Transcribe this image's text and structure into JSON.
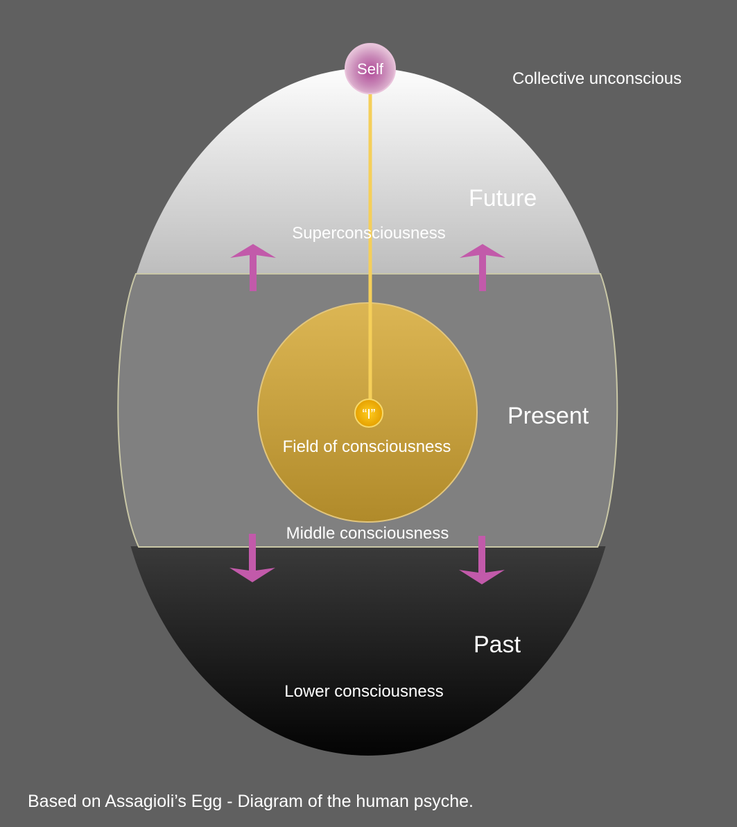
{
  "labels": {
    "self": "Self",
    "collective": "Collective unconscious",
    "future": "Future",
    "superconsciousness": "Superconsciousness",
    "present": "Present",
    "i": "“I”",
    "field": "Field of consciousness",
    "middle": "Middle consciousness",
    "past": "Past",
    "lower": "Lower consciousness"
  },
  "caption": "Based on Assagioli’s Egg - Diagram of the human psyche.",
  "colors": {
    "background": "#606060",
    "upper_band_top": "#ffffff",
    "upper_band_bottom": "#bdbdbd",
    "middle_band": "#808080",
    "lower_band_top": "#3a3a3a",
    "lower_band_bottom": "#000000",
    "field_top": "#dcb654",
    "field_bottom": "#b08a2a",
    "self_node": "#c97ab2",
    "i_node": "#f0b000",
    "thread": "#f5cf5a",
    "arrows": "#c25aaa"
  },
  "icons": {
    "arrows": "arrow-up / arrow-down"
  }
}
